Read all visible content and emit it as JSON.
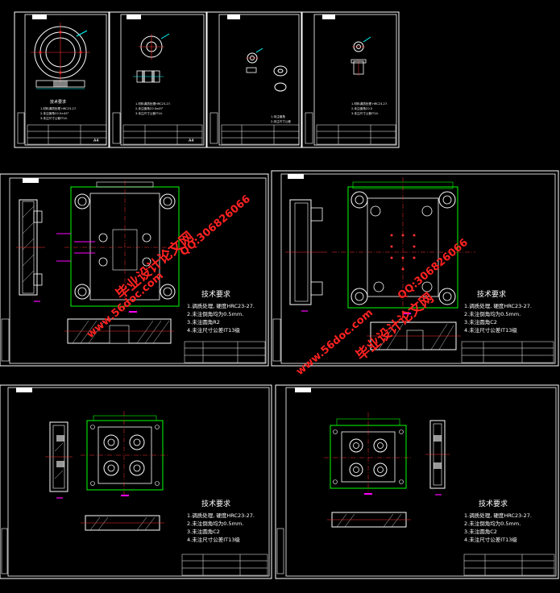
{
  "sheets": [
    {
      "id": "s1",
      "tech_title": "技术要求",
      "notes": [
        "1.材料调质处理 HRC23-27.",
        "2.未注倒角C0.5×45°",
        "3.未注尺寸公差IT14."
      ],
      "size": "A4"
    },
    {
      "id": "s2",
      "tech_title": "",
      "notes": [
        "1.材料调质处理HRC23-27.",
        "2.未注倒角C0.5x45°",
        "3.未注尺寸公差IT14."
      ],
      "size": "A4"
    },
    {
      "id": "s3",
      "notes": [
        "1.未注倒角",
        "2.未注尺寸公差"
      ]
    },
    {
      "id": "s4",
      "notes": [
        "1.材料调质处理 HRC23-27.",
        "2.未注倒角C0.5",
        "3.未注尺寸公差IT14."
      ]
    }
  ],
  "plates": [
    {
      "id": "p1",
      "tech_title": "技术要求",
      "notes": [
        "1.调质处理, 硬度HRC23-27.",
        "2.未注倒角均为0.5mm.",
        "3.未注圆角R2",
        "4.未注尺寸公差IT13级"
      ]
    },
    {
      "id": "p2",
      "tech_title": "技术要求",
      "notes": [
        "1.调质处理, 硬度HRC23-27.",
        "2.未注倒角均为0.5mm.",
        "3.未注圆角C2",
        "4.未注尺寸公差IT13级"
      ]
    },
    {
      "id": "p3",
      "tech_title": "技术要求",
      "notes": [
        "1.调质处理, 硬度HRC23-27.",
        "2.未注倒角均为0.5mm.",
        "3.未注圆角C2",
        "4.未注尺寸公差IT13级"
      ]
    },
    {
      "id": "p4",
      "tech_title": "技术要求",
      "notes": [
        "1.调质处理, 硬度HRC23-27.",
        "2.未注倒角均为0.5mm.",
        "3.未注圆角C2",
        "4.未注尺寸公差IT13级"
      ]
    }
  ],
  "watermark": {
    "site": "www.56doc.com",
    "brand": "毕业设计论文网",
    "qq": "QQ:306826066"
  },
  "colors": {
    "bg": "#000000",
    "frame": "#ffffff",
    "outline": "#00ff00",
    "yellow": "#ffff00",
    "red": "#ff3030",
    "cyan": "#00ffff",
    "magenta": "#ff00ff",
    "watermark": "#ff2222"
  }
}
